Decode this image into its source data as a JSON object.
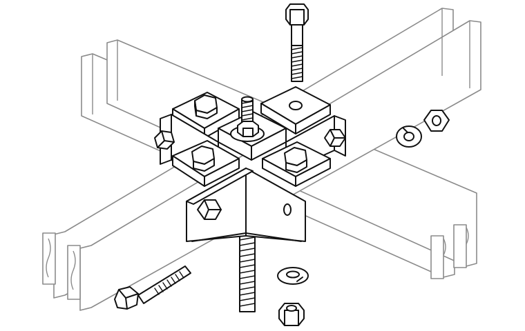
{
  "figure": {
    "kind": "exploded assembly illustration",
    "parts": [
      "strut-channel",
      "fitting-plate",
      "angle-bracket",
      "hex-bolt",
      "threaded-rod",
      "hex-nut",
      "split-lock-washer"
    ]
  },
  "colors": {
    "background": "#ffffff",
    "channel_stroke": "#8a8a8a",
    "hardware_stroke": "#111111"
  }
}
